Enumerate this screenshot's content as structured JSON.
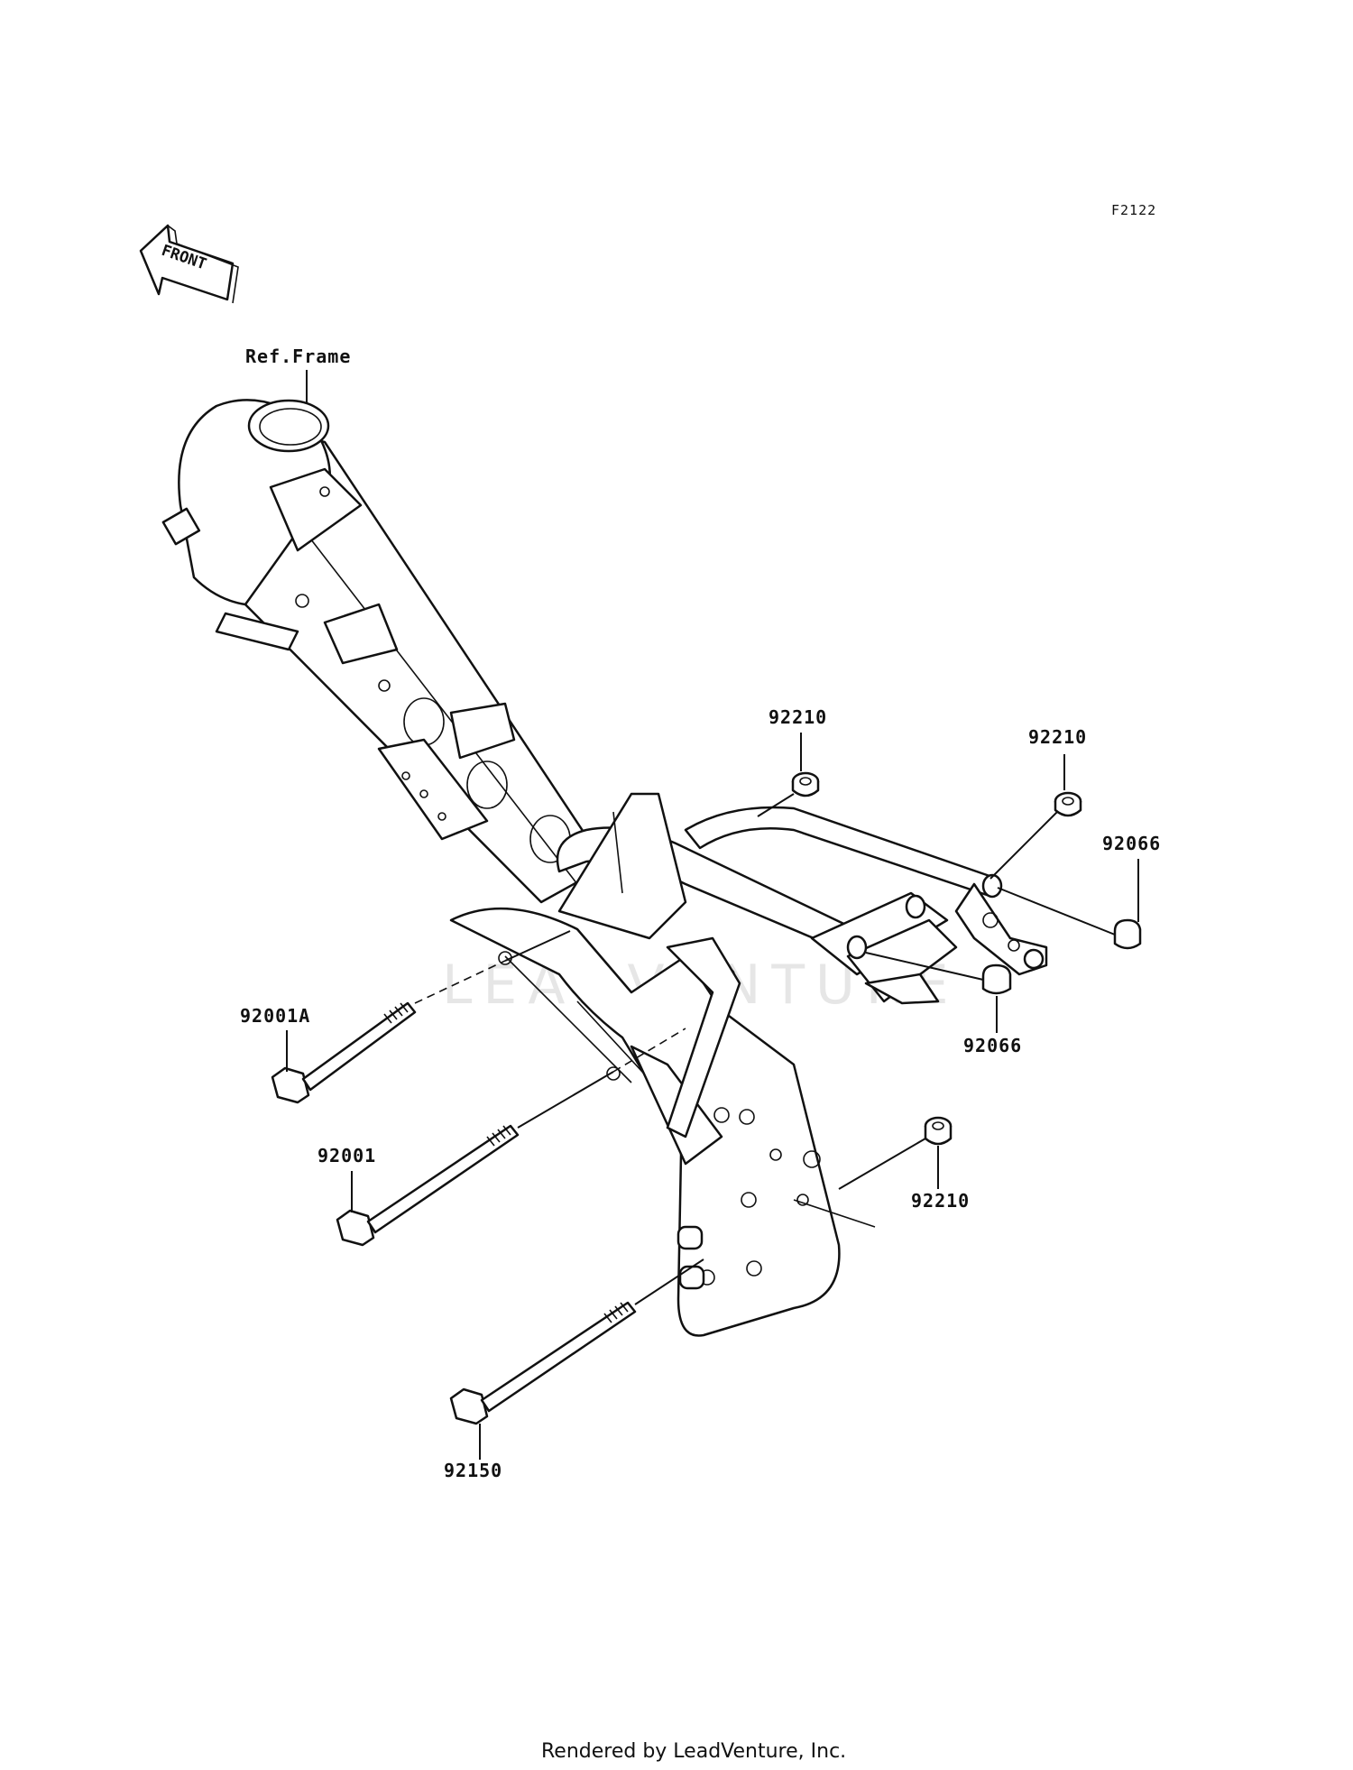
{
  "diagram_code": "F2122",
  "front_label": "FRONT",
  "ref_label": "Ref.Frame",
  "watermark": "LEADVENTURE",
  "footer": "Rendered by LeadVenture, Inc.",
  "callouts": {
    "p92210_top_left": "92210",
    "p92210_top_right": "92210",
    "p92066_upper": "92066",
    "p92066_lower": "92066",
    "p92001A": "92001A",
    "p92001": "92001",
    "p92210_bottom": "92210",
    "p92150": "92150"
  }
}
